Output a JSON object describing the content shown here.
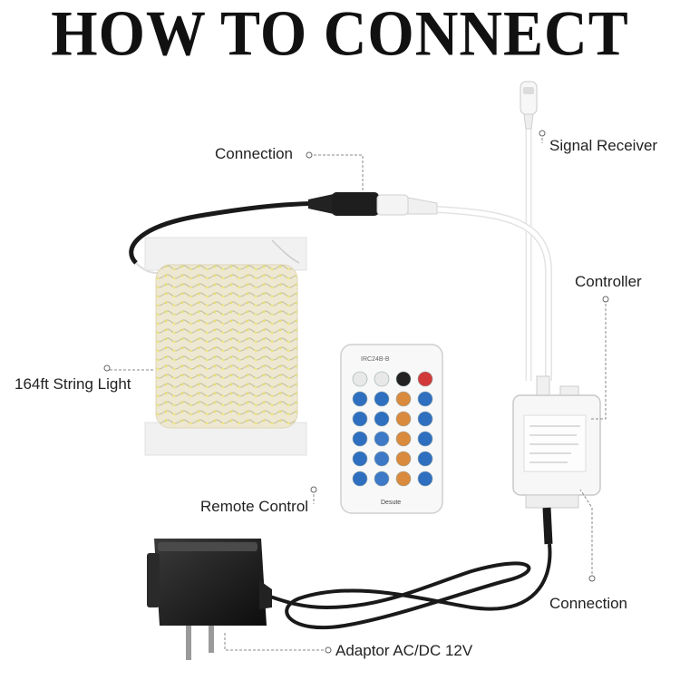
{
  "title": "HOW TO CONNECT",
  "labels": {
    "connection_top": "Connection",
    "signal_receiver": "Signal Receiver",
    "controller": "Controller",
    "string_light": "164ft String Light",
    "remote_control": "Remote Control",
    "connection_bottom": "Connection",
    "adaptor": "Adaptor AC/DC 12V"
  },
  "remote": {
    "model": "IRC24B-B",
    "brand": "Desute",
    "button_rows": 6
  },
  "colors": {
    "cable_black": "#1a1a1a",
    "cable_white": "#f2f2f2",
    "remote_blue": "#2f6fc0",
    "remote_orange": "#d98a3c",
    "leader_line": "#888888"
  }
}
